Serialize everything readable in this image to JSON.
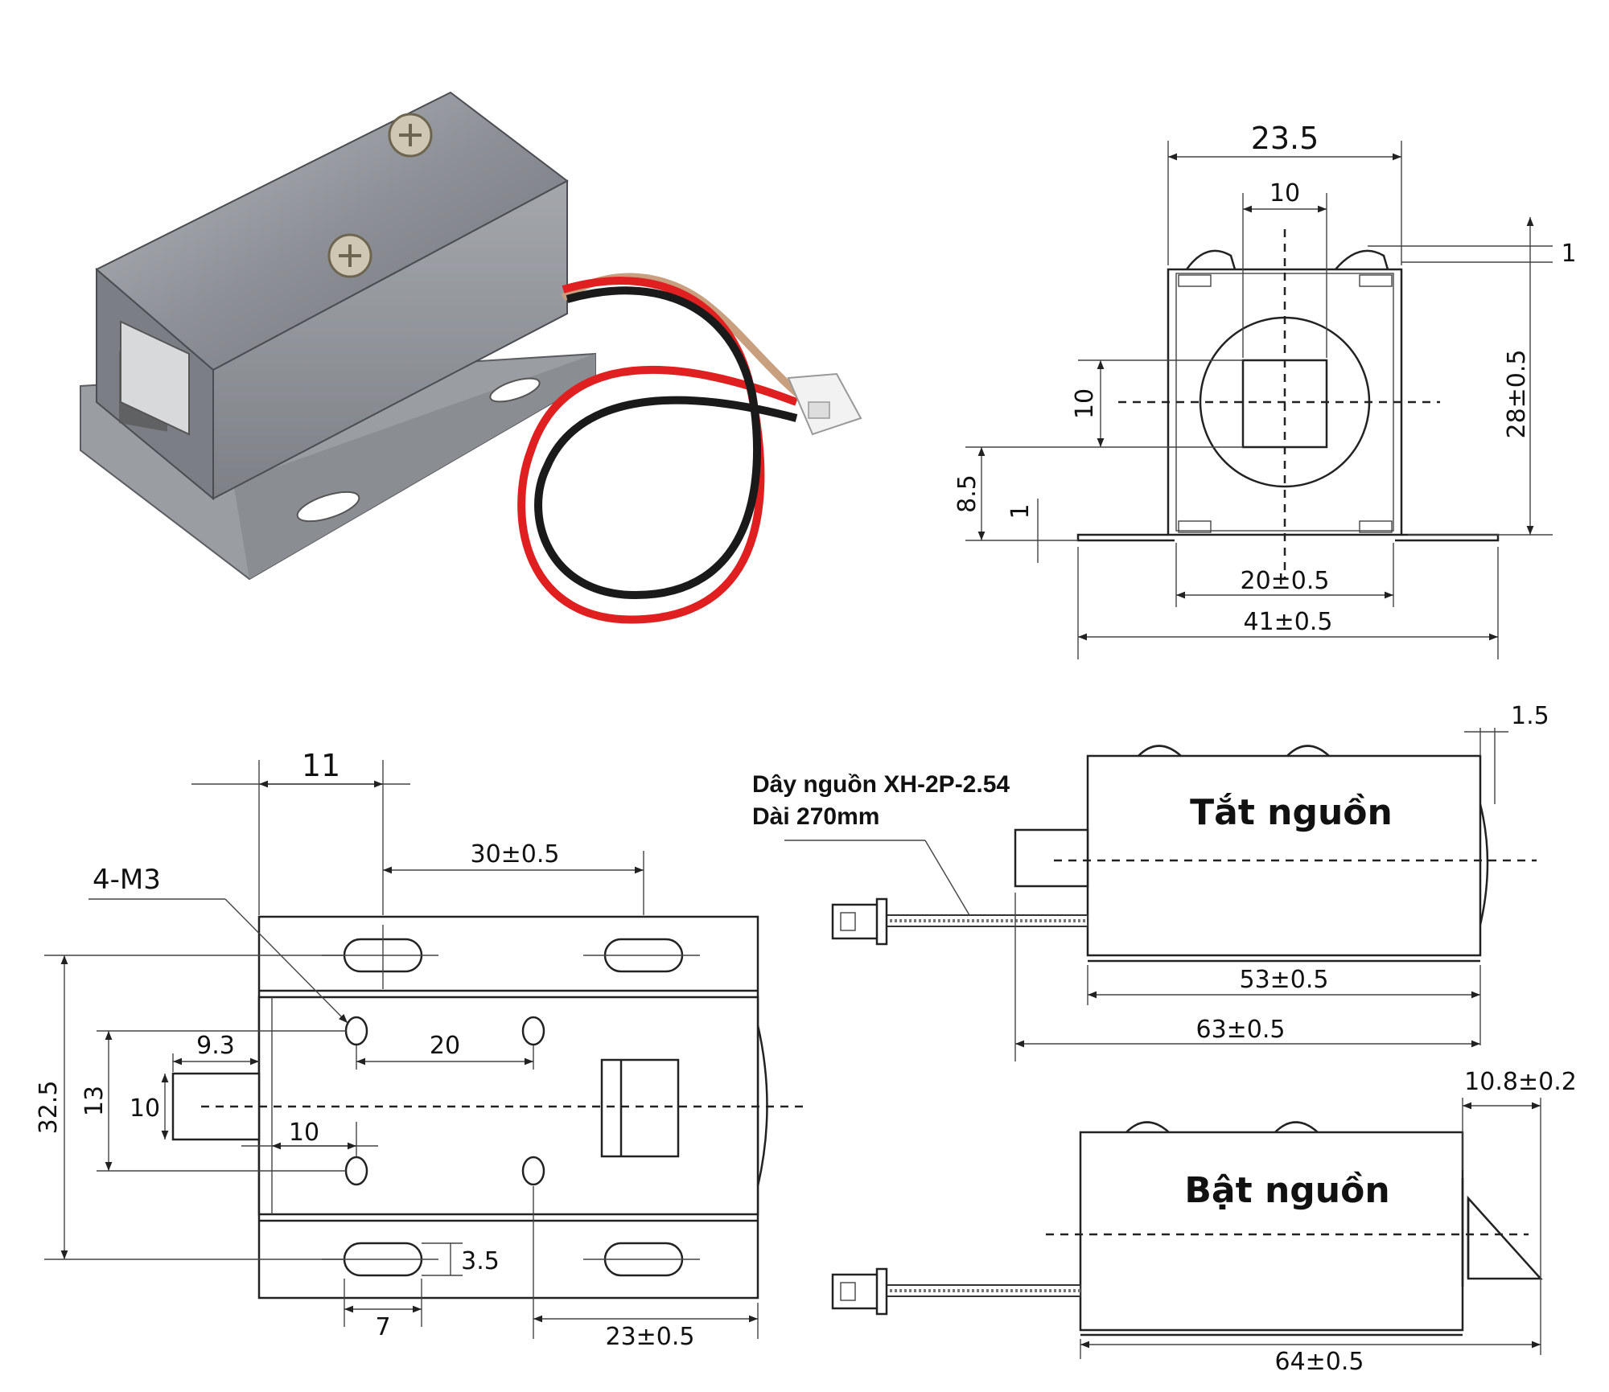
{
  "photo": {
    "description_icon": "solenoid-lock-photo"
  },
  "front_view": {
    "width_top": "23.5",
    "plunger_width": "10",
    "top_gap": "1",
    "height": "28±0.5",
    "plunger_height": "10",
    "flange_height": "8.5",
    "flange_thickness": "1",
    "inner_width": "20±0.5",
    "total_width": "41±0.5"
  },
  "top_view": {
    "mount_label": "4-M3",
    "slot_offset": "11",
    "slot_spacing": "30±0.5",
    "body_height": "32.5",
    "hole_v_spacing": "13",
    "plunger_height": "10",
    "plunger_protrusion": "9.3",
    "hole_h_spacing": "20",
    "hole_offset": "10",
    "slot_width": "3.5",
    "slot_length": "7",
    "end_offset": "23±0.5"
  },
  "side_off": {
    "wire_label_1": "Dây nguồn XH-2P-2.54",
    "wire_label_2": "Dài 270mm",
    "state_label": "Tắt nguồn",
    "end_gap": "1.5",
    "body_length": "53±0.5",
    "total_length": "63±0.5"
  },
  "side_on": {
    "state_label": "Bật nguồn",
    "bolt_length": "10.8±0.2",
    "total_length": "64±0.5"
  }
}
